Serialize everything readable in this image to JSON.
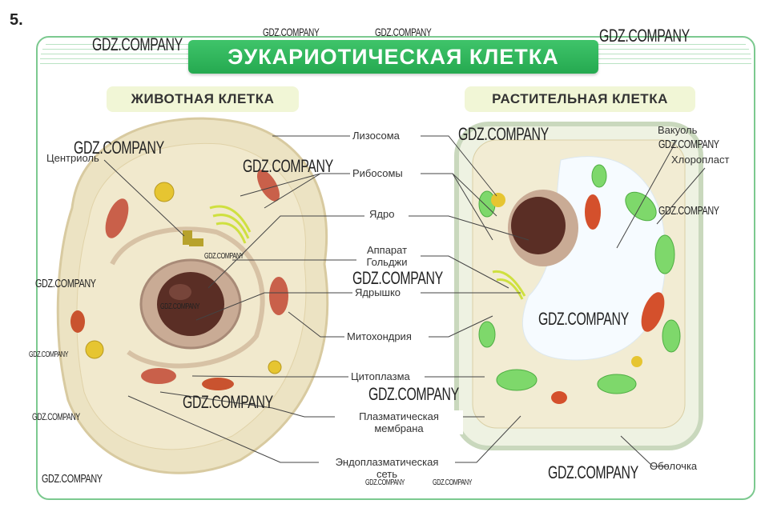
{
  "exercise_number": "5.",
  "title": "ЭУКАРИОТИЧЕСКАЯ КЛЕТКА",
  "animal_cell_heading": "ЖИВОТНАЯ КЛЕТКА",
  "plant_cell_heading": "РАСТИТЕЛЬНАЯ КЛЕТКА",
  "labels": {
    "centriole": "Центриоль",
    "lysosome": "Лизосома",
    "ribosomes": "Рибосомы",
    "nucleus": "Ядро",
    "golgi_1": "Аппарат",
    "golgi_2": "Гольджи",
    "nucleolus": "Ядрышко",
    "mitochondria": "Митохондрия",
    "cytoplasm": "Цитоплазма",
    "membrane_1": "Плазматическая",
    "membrane_2": "мембрана",
    "er_1": "Эндоплазматическая",
    "er_2": "сеть",
    "vacuole": "Вакуоль",
    "chloroplast": "Хлоропласт",
    "cell_wall": "Оболочка"
  },
  "watermark": "GDZ.COMPANY"
}
